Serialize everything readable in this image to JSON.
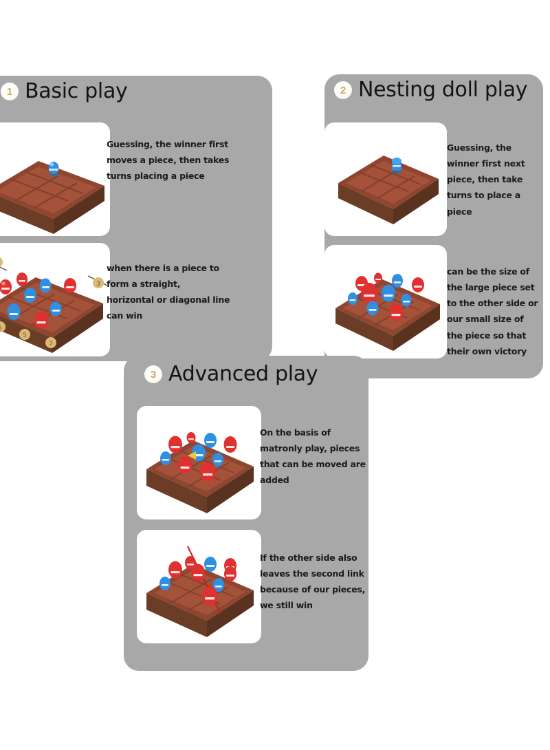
{
  "theme": {
    "panel_bg": "#a8a8a8",
    "card_bg": "#ffffff",
    "page_bg": "#ffffff",
    "badge_text": "#c9a961",
    "title_color": "#141414",
    "body_color": "#1a1a1a",
    "board_wood_top": "#9b4a33",
    "board_wood_side": "#6b3d26",
    "piece_red": "#e03030",
    "piece_blue": "#2f8fe0"
  },
  "sections": [
    {
      "number": "1",
      "title": "Basic play",
      "steps": [
        {
          "text": "Guessing, the winner first moves a piece, then takes turns placing a piece",
          "image_name": "empty-board-one-blue-piece"
        },
        {
          "text": "when there is a piece to form a straight, horizontal or diagonal line can win",
          "image_name": "full-board-with-numbered-coins"
        }
      ]
    },
    {
      "number": "2",
      "title": "Nesting doll play",
      "steps": [
        {
          "text": "Guessing, the winner first next piece, then take turns to place a piece",
          "image_name": "empty-board-one-blue-piece"
        },
        {
          "text": "can be the size of the large piece set to the other side or our small size of the piece so that their own victory",
          "image_name": "board-with-nested-large-and-small-pieces"
        }
      ]
    },
    {
      "number": "3",
      "title": "Advanced play",
      "steps": [
        {
          "text": "On the basis of matronly play, pieces that can be moved are added",
          "image_name": "board-with-moving-piece-arrow"
        },
        {
          "text": "If the other side also leaves the second link because of our pieces, we still win",
          "image_name": "board-with-winning-diagonal-line"
        }
      ]
    }
  ]
}
